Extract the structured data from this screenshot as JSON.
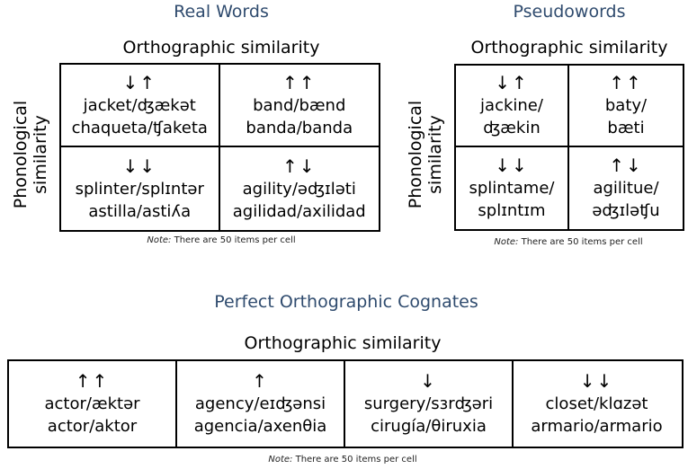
{
  "real_words": {
    "title": "Real Words",
    "x_axis_label": "Orthographic similarity",
    "y_axis_label_line1": "Phonological",
    "y_axis_label_line2": "similarity",
    "cells": [
      {
        "arrows": "↓↑",
        "line1": "jacket/ʤækət",
        "line2": "chaqueta/ʧaketa"
      },
      {
        "arrows": "↑↑",
        "line1": "band/bænd",
        "line2": "banda/banda"
      },
      {
        "arrows": "↓↓",
        "line1": "splinter/splɪntər",
        "line2": "astilla/astiʎa"
      },
      {
        "arrows": "↑↓",
        "line1": "agility/əʤɪləti",
        "line2": "agilidad/axilidad"
      }
    ],
    "note_label": "Note:",
    "note_text": " There are 50 items per cell"
  },
  "pseudowords": {
    "title": "Pseudowords",
    "x_axis_label": "Orthographic similarity",
    "y_axis_label_line1": "Phonological",
    "y_axis_label_line2": "similarity",
    "cells": [
      {
        "arrows": "↓↑",
        "line1": "jackine/",
        "line2": "ʤækin"
      },
      {
        "arrows": "↑↑",
        "line1": "baty/",
        "line2": "bæti"
      },
      {
        "arrows": "↓↓",
        "line1": "splintame/",
        "line2": "splɪntɪm"
      },
      {
        "arrows": "↑↓",
        "line1": "agilitue/",
        "line2": "əʤɪləʧu"
      }
    ],
    "note_label": "Note:",
    "note_text": " There are 50 items per cell"
  },
  "perfect_cognates": {
    "title": "Perfect Orthographic Cognates",
    "x_axis_label": "Orthographic similarity",
    "cells": [
      {
        "arrows": "↑↑",
        "line1": "actor/æktər",
        "line2": "actor/aktor"
      },
      {
        "arrows": "↑",
        "line1": "agency/eɪʤənsi",
        "line2": "agencia/axenθia"
      },
      {
        "arrows": "↓",
        "line1": "surgery/sɜrʤəri",
        "line2": "cirugía/θiruxia"
      },
      {
        "arrows": "↓↓",
        "line1": "closet/klɑzət",
        "line2": "armario/armario"
      }
    ],
    "note_label": "Note:",
    "note_text": " There are 50 items per cell"
  }
}
